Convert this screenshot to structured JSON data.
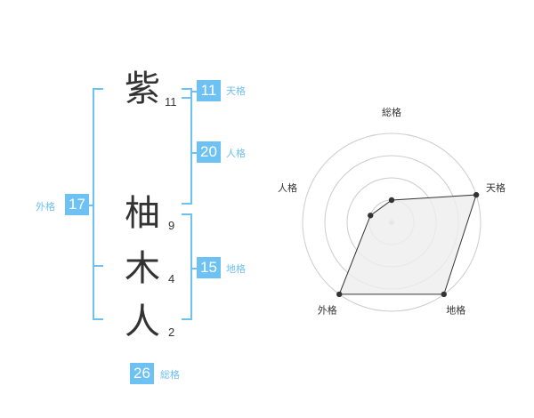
{
  "name": {
    "chars": [
      {
        "char": "紫",
        "strokes": "11"
      },
      {
        "char": "柚",
        "strokes": "9"
      },
      {
        "char": "木",
        "strokes": "4"
      },
      {
        "char": "人",
        "strokes": "2"
      }
    ]
  },
  "fortunes": {
    "tenkaku": {
      "value": "11",
      "label": "天格"
    },
    "jinkaku": {
      "value": "20",
      "label": "人格"
    },
    "chikaku": {
      "value": "15",
      "label": "地格"
    },
    "gaikaku": {
      "value": "17",
      "label": "外格"
    },
    "soukaku": {
      "value": "26",
      "label": "総格"
    }
  },
  "colors": {
    "accent": "#6ec1f3",
    "text": "#333333",
    "grid": "#cccccc",
    "fill": "#eeeeee"
  },
  "chart_data": {
    "type": "radar",
    "axes": [
      "総格",
      "天格",
      "地格",
      "外格",
      "人格"
    ],
    "scale_max": 4,
    "rings": 4,
    "values": [
      1,
      4,
      4,
      4,
      1
    ]
  }
}
